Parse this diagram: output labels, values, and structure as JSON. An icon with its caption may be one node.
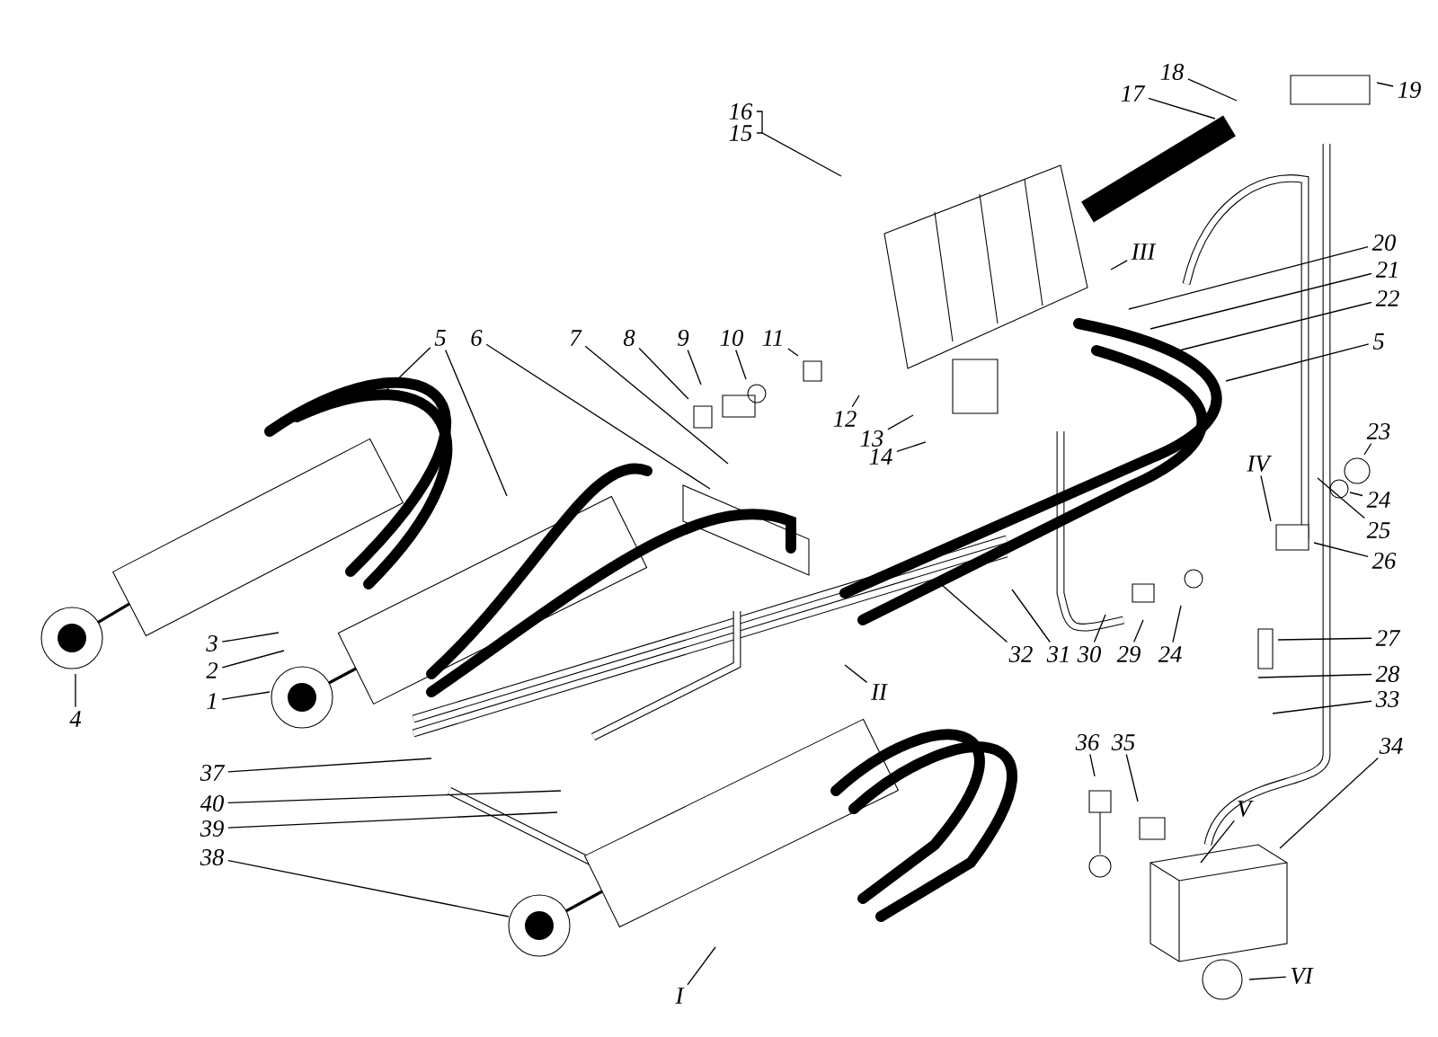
{
  "diagram": {
    "nodes": [
      {
        "text": [
          "16"
        ]
      },
      {
        "text": [
          "15"
        ]
      },
      {
        "text": [
          "18"
        ]
      },
      {
        "text": [
          "19"
        ]
      },
      {
        "text": [
          "17"
        ]
      },
      {
        "text": [
          "20"
        ]
      },
      {
        "text": [
          "III"
        ]
      },
      {
        "text": [
          "21"
        ]
      },
      {
        "text": [
          "22"
        ]
      },
      {
        "text": [
          "5"
        ]
      },
      {
        "text": [
          "6"
        ]
      },
      {
        "text": [
          "7"
        ]
      },
      {
        "text": [
          "8"
        ]
      },
      {
        "text": [
          "9"
        ]
      },
      {
        "text": [
          "10"
        ]
      },
      {
        "text": [
          "11"
        ]
      },
      {
        "text": [
          "5"
        ]
      },
      {
        "text": [
          "12"
        ]
      },
      {
        "text": [
          "23"
        ]
      },
      {
        "text": [
          "13"
        ]
      },
      {
        "text": [
          "14"
        ]
      },
      {
        "text": [
          "IV"
        ]
      },
      {
        "text": [
          "24"
        ]
      },
      {
        "text": [
          "25"
        ]
      },
      {
        "text": [
          "26"
        ]
      },
      {
        "text": [
          "27"
        ]
      },
      {
        "text": [
          "3"
        ]
      },
      {
        "text": [
          "32"
        ]
      },
      {
        "text": [
          "31"
        ]
      },
      {
        "text": [
          "30"
        ]
      },
      {
        "text": [
          "29"
        ]
      },
      {
        "text": [
          "24"
        ]
      },
      {
        "text": [
          "2"
        ]
      },
      {
        "text": [
          "28"
        ]
      },
      {
        "text": [
          "II"
        ]
      },
      {
        "text": [
          "33"
        ]
      },
      {
        "text": [
          "1"
        ]
      },
      {
        "text": [
          "4"
        ]
      },
      {
        "text": [
          "36"
        ]
      },
      {
        "text": [
          "35"
        ]
      },
      {
        "text": [
          "34"
        ]
      },
      {
        "text": [
          "37"
        ]
      },
      {
        "text": [
          "40"
        ]
      },
      {
        "text": [
          "V"
        ]
      },
      {
        "text": [
          "39"
        ]
      },
      {
        "text": [
          "38"
        ]
      },
      {
        "text": [
          "VI"
        ]
      },
      {
        "text": [
          "I"
        ]
      }
    ],
    "edges": [
      {
        "from": 1,
        "to": null,
        "arrow": "none"
      },
      {
        "from": 2,
        "to": null,
        "arrow": "none"
      },
      {
        "from": 3,
        "to": null,
        "arrow": "none"
      },
      {
        "from": 4,
        "to": null,
        "arrow": "none"
      },
      {
        "from": 5,
        "to": null,
        "arrow": "none"
      },
      {
        "from": 6,
        "to": null,
        "arrow": "none"
      },
      {
        "from": 7,
        "to": null,
        "arrow": "none"
      },
      {
        "from": 8,
        "to": null,
        "arrow": "none"
      },
      {
        "from": 9,
        "to": null,
        "arrow": "none"
      },
      {
        "from": 9,
        "to": null,
        "arrow": "none"
      },
      {
        "from": 10,
        "to": null,
        "arrow": "none"
      },
      {
        "from": 11,
        "to": null,
        "arrow": "none"
      },
      {
        "from": 12,
        "to": null,
        "arrow": "none"
      },
      {
        "from": 13,
        "to": null,
        "arrow": "none"
      },
      {
        "from": 14,
        "to": null,
        "arrow": "none"
      },
      {
        "from": 15,
        "to": null,
        "arrow": "none"
      },
      {
        "from": 16,
        "to": null,
        "arrow": "none"
      },
      {
        "from": 17,
        "to": null,
        "arrow": "none"
      },
      {
        "from": 18,
        "to": null,
        "arrow": "none"
      },
      {
        "from": 19,
        "to": null,
        "arrow": "none"
      },
      {
        "from": 20,
        "to": null,
        "arrow": "none"
      },
      {
        "from": 21,
        "to": null,
        "arrow": "none"
      },
      {
        "from": 22,
        "to": null,
        "arrow": "none"
      },
      {
        "from": 23,
        "to": null,
        "arrow": "none"
      },
      {
        "from": 24,
        "to": null,
        "arrow": "none"
      },
      {
        "from": 25,
        "to": null,
        "arrow": "none"
      },
      {
        "from": 26,
        "to": null,
        "arrow": "none"
      },
      {
        "from": 27,
        "to": null,
        "arrow": "none"
      },
      {
        "from": 28,
        "to": null,
        "arrow": "none"
      },
      {
        "from": 29,
        "to": null,
        "arrow": "none"
      },
      {
        "from": 30,
        "to": null,
        "arrow": "none"
      },
      {
        "from": 31,
        "to": null,
        "arrow": "none"
      },
      {
        "from": 32,
        "to": null,
        "arrow": "none"
      },
      {
        "from": 33,
        "to": null,
        "arrow": "none"
      },
      {
        "from": 34,
        "to": null,
        "arrow": "none"
      },
      {
        "from": 35,
        "to": null,
        "arrow": "none"
      },
      {
        "from": 36,
        "to": null,
        "arrow": "none"
      },
      {
        "from": 37,
        "to": null,
        "arrow": "none"
      },
      {
        "from": 38,
        "to": null,
        "arrow": "none"
      },
      {
        "from": 39,
        "to": null,
        "arrow": "none"
      },
      {
        "from": 40,
        "to": null,
        "arrow": "none"
      },
      {
        "from": 41,
        "to": null,
        "arrow": "none"
      },
      {
        "from": 42,
        "to": null,
        "arrow": "none"
      },
      {
        "from": 43,
        "to": null,
        "arrow": "none"
      },
      {
        "from": 44,
        "to": null,
        "arrow": "none"
      },
      {
        "from": 45,
        "to": null,
        "arrow": "none"
      },
      {
        "from": 46,
        "to": null,
        "arrow": "none"
      },
      {
        "from": 47,
        "to": null,
        "arrow": "none"
      },
      {
        "from": 0,
        "to": null,
        "arrow": "none"
      }
    ]
  }
}
